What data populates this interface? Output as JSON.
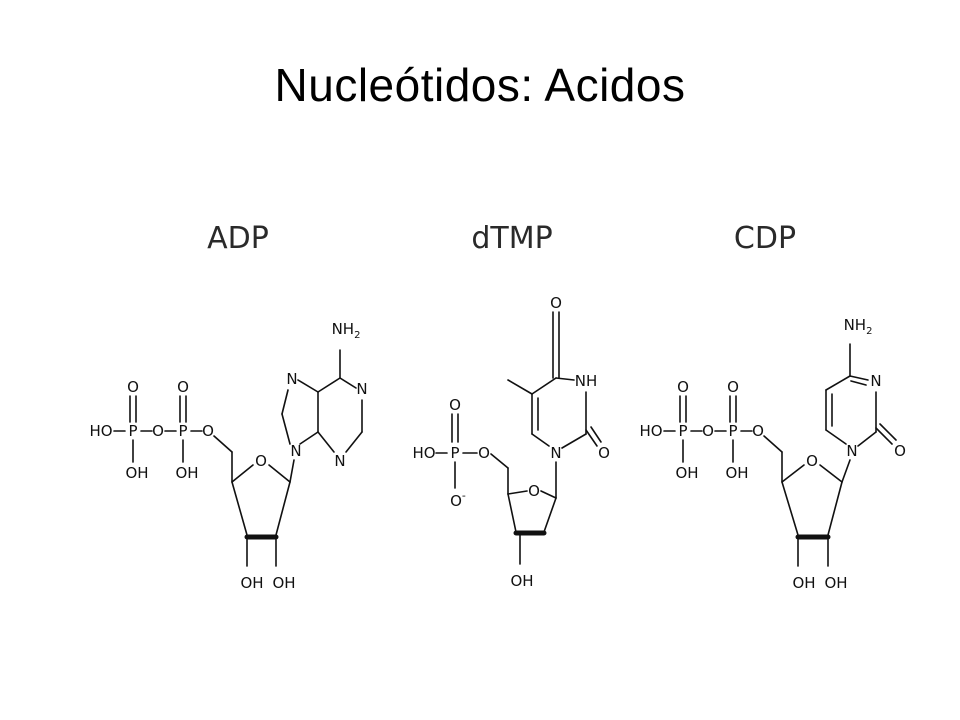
{
  "slide": {
    "title": "Nucleótidos: Acidos"
  },
  "molecules": [
    {
      "name": "ADP",
      "atoms": {
        "phos1_o_top": "O",
        "phos1_p": "P",
        "phos1_oh_left": "HO",
        "phos1_oh_bottom": "OH",
        "bridge_o1": "O",
        "phos2_o_top": "O",
        "phos2_p": "P",
        "phos2_oh_bottom": "OH",
        "bridge_o2": "O",
        "ring_o": "O",
        "oh_3": "OH",
        "oh_2": "OH",
        "base_n9": "N",
        "base_n7": "N",
        "base_n1": "N",
        "base_n3": "N",
        "nh2": "NH",
        "nh2_sub": "2"
      }
    },
    {
      "name": "dTMP",
      "atoms": {
        "phos_ho": "HO",
        "phos_p": "P",
        "phos_o_top": "O",
        "phos_o_minus": "O",
        "phos_minus_sign": "-",
        "bridge_o": "O",
        "ring_o": "O",
        "oh_3": "OH",
        "base_n1": "N",
        "base_nh": "NH",
        "base_o_top": "O",
        "base_o_right": "O"
      }
    },
    {
      "name": "CDP",
      "atoms": {
        "phos1_o_top": "O",
        "phos1_p": "P",
        "phos1_oh_left": "HO",
        "phos1_oh_bottom": "OH",
        "bridge_o1": "O",
        "phos2_o_top": "O",
        "phos2_p": "P",
        "phos2_oh_bottom": "OH",
        "bridge_o2": "O",
        "ring_o": "O",
        "oh_3": "OH",
        "oh_2": "OH",
        "base_n1": "N",
        "base_n3": "N",
        "base_o": "O",
        "nh2": "NH",
        "nh2_sub": "2"
      }
    }
  ]
}
